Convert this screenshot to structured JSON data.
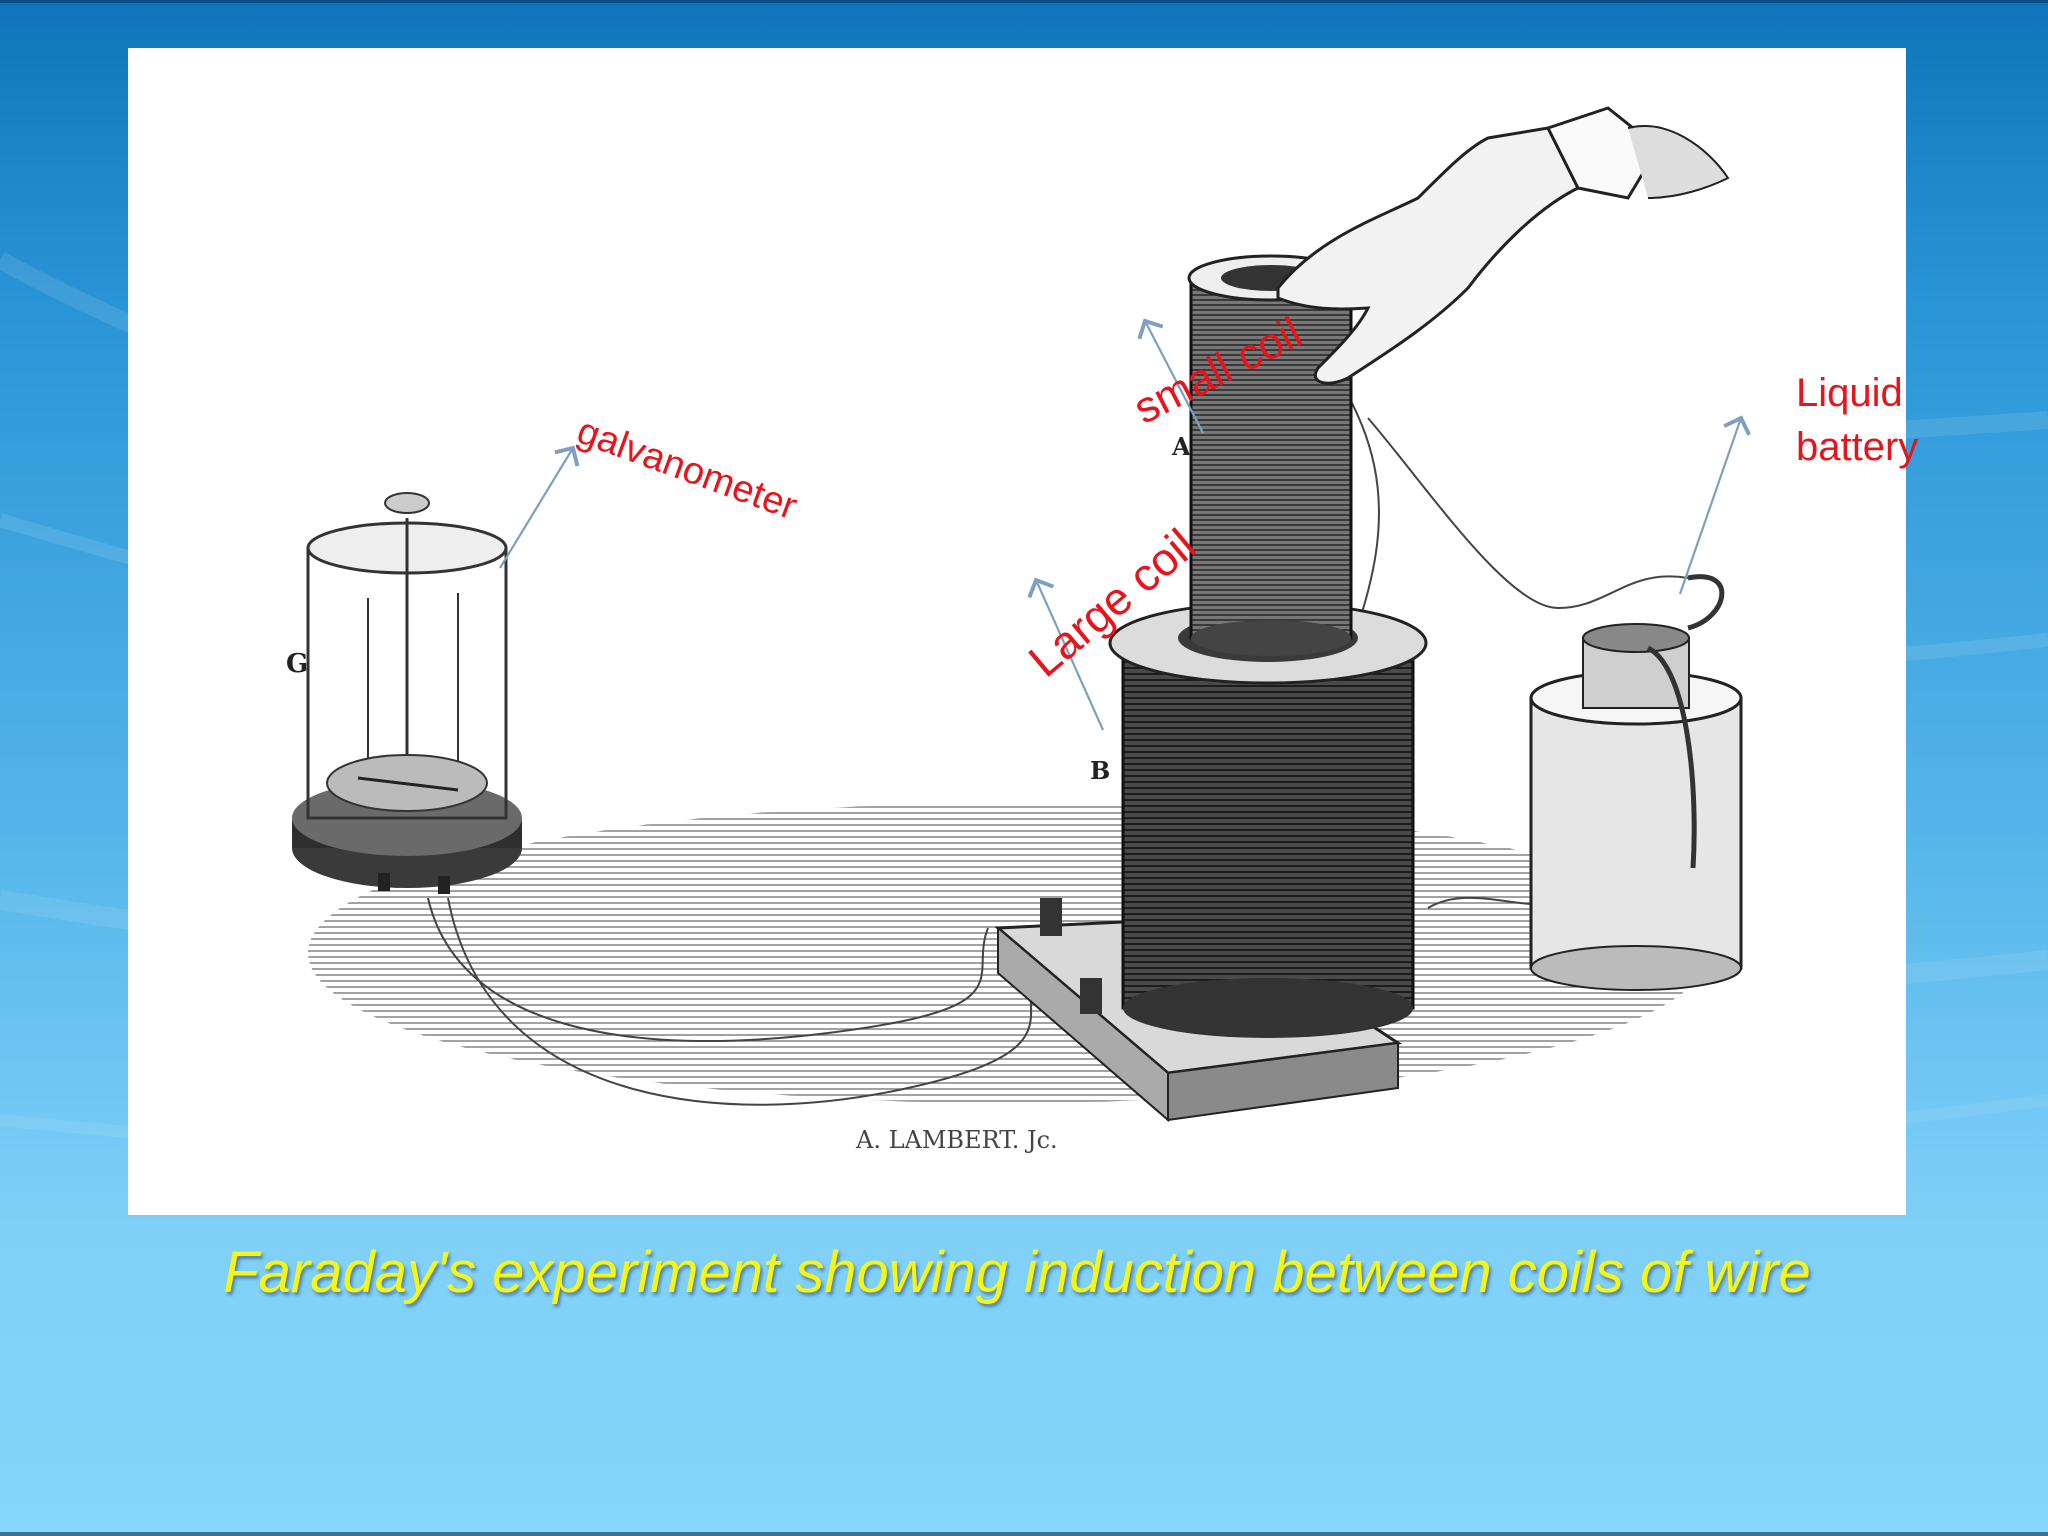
{
  "labels": {
    "galvanometer": "galvanometer",
    "small_coil": "small coil",
    "large_coil": "Large coil",
    "liquid_battery": "Liquid battery"
  },
  "engraving_marks": {
    "g": "G",
    "a": "A",
    "b": "B",
    "signature": "A. LAMBERT. Jc."
  },
  "caption": "Faraday's experiment showing induction between coils of wire",
  "colors": {
    "label": "#e8141c",
    "caption": "#f5f51a",
    "arrow": "#7f9fc0",
    "panel": "#ffffff"
  }
}
